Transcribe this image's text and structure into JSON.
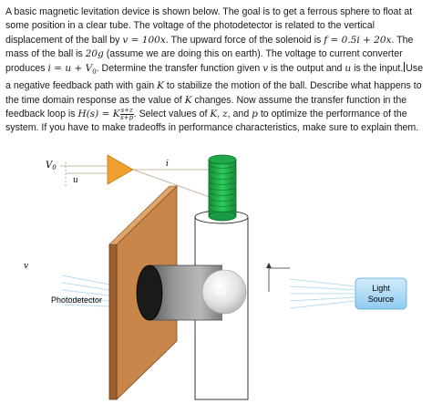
{
  "problem": {
    "p1": "A basic magnetic levitation device is shown below. The goal is to get a ferrous sphere to float at some position in a clear tube. The voltage of the photodetector is related to the vertical displacement of the ball by ",
    "eq_v": "v = 100x",
    "p2": ". The upward force of the solenoid is ",
    "eq_f": "f = 0.5i + 20x",
    "p3": ". The mass of the ball is ",
    "eq_mass": "20g",
    "p4": " (assume we are doing this on earth). The voltage to current converter produces ",
    "eq_i": "i = u + V",
    "eq_i_sub": "0",
    "p5": ". Determine the transfer function given ",
    "var_v1": "v",
    "p6": " is the output and ",
    "var_u": "u",
    "p7": " is the input.",
    "p8": "Use a negative feedback path with gain ",
    "var_K1": "K",
    "p9": " to stabilize the motion of the ball. Describe what happens to the time domain response as the value of ",
    "var_K2": "K",
    "p10": " changes. Now assume the transfer function in the feedback loop is ",
    "eq_H": "H(s) = K",
    "frac_num": "s+z",
    "frac_den": "s+p",
    "p11": ". Select values of ",
    "var_K3": "K",
    "p12": ", ",
    "var_z": "z",
    "p13": ", and ",
    "var_p": "p",
    "p14": " to optimize the performance of the system. If you have to make tradeoffs in performance characteristics, make sure to explain them."
  },
  "diagram": {
    "label_V0": "V",
    "label_V0_sub": "0",
    "label_u": "u",
    "label_i": "i",
    "label_v": "v",
    "label_ball": "ball",
    "label_photodetector": "Photodetector",
    "light_source_line1": "Light",
    "light_source_line2": "Source"
  },
  "colors": {
    "amplifier": "#f0a030",
    "coil": "#22b14c",
    "photodetector": "#c8864a",
    "light_source": "#a9d8f5",
    "light_rays": "#b8ddf2",
    "cylinder": "#8e8e8e"
  }
}
